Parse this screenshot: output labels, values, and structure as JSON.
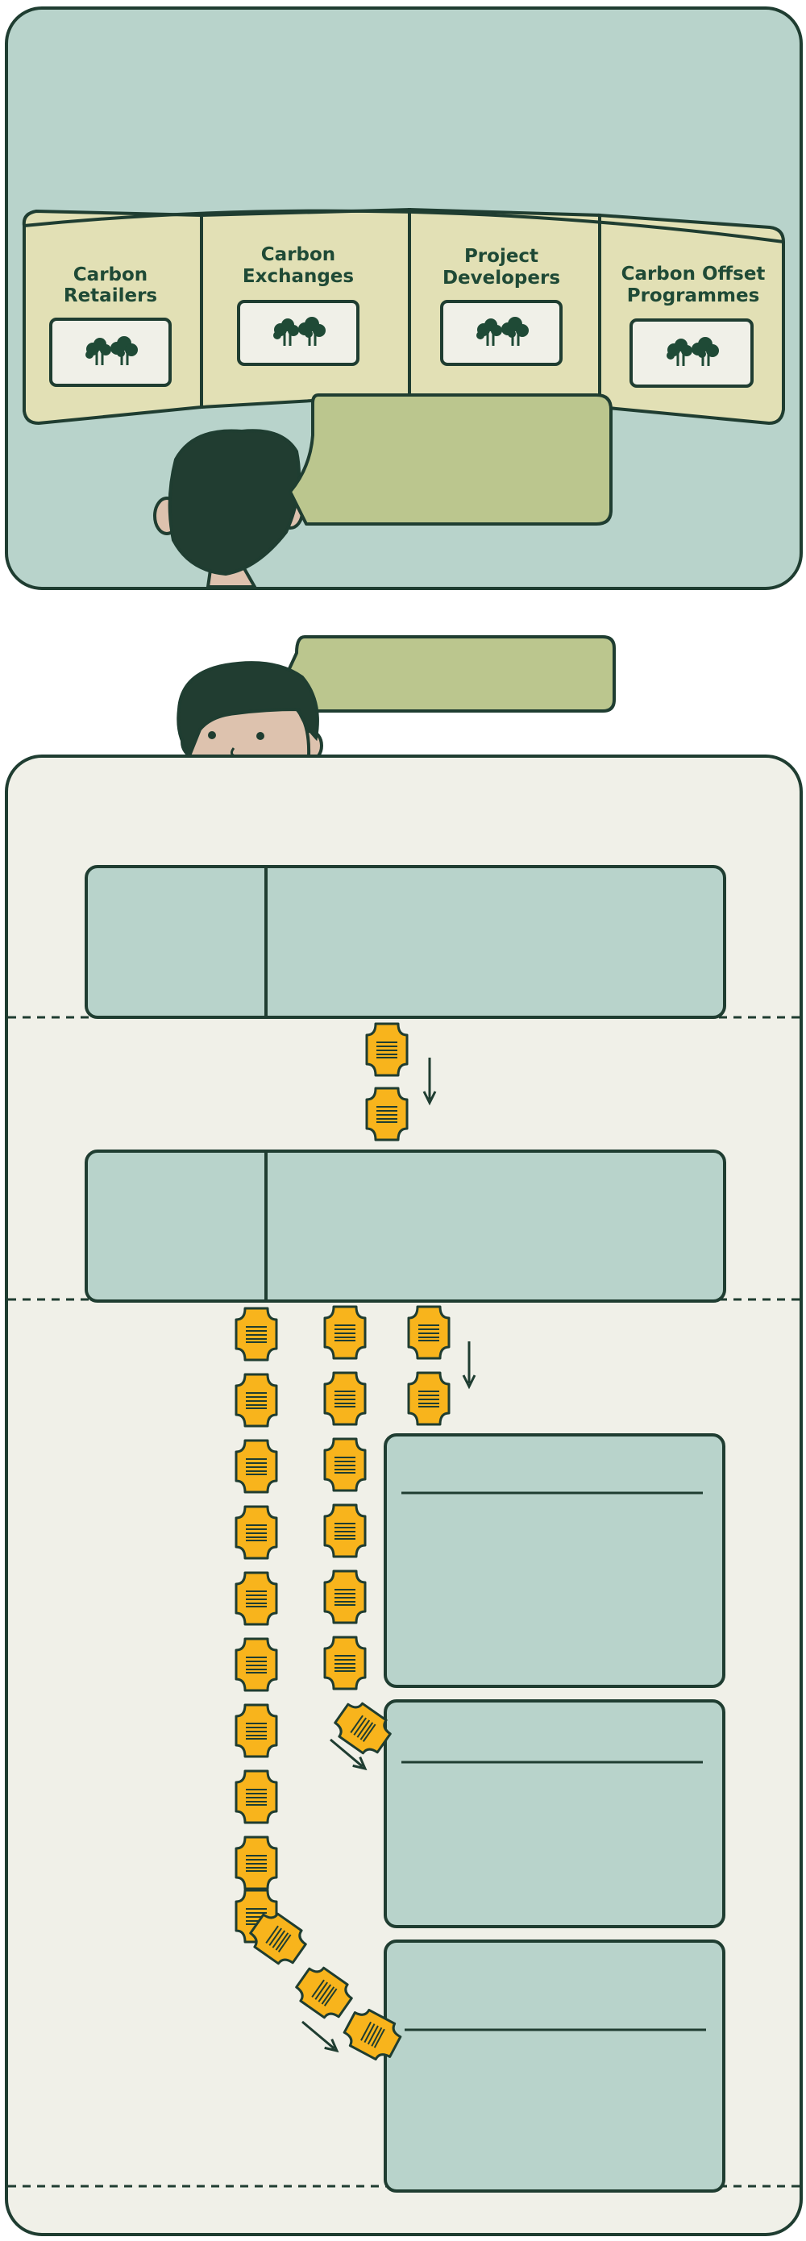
{
  "colors": {
    "ink": "#1f3d31",
    "panel_teal": "#b8d3cb",
    "stall_cream": "#e2e0b5",
    "bubble_olive": "#bbc68e",
    "page_cream": "#f0f0e8",
    "ticket_gold": "#f8b41c",
    "hair": "#213d31",
    "skin": "#ddc2ae"
  },
  "stalls": [
    {
      "line1": "Carbon",
      "line2": "Retailers",
      "icon": "tree-icon"
    },
    {
      "line1": "Carbon",
      "line2": "Exchanges",
      "icon": "tree-icon"
    },
    {
      "line1": "Project",
      "line2": "Developers",
      "icon": "tree-icon"
    },
    {
      "line1": "Carbon Offset",
      "line2": "Programmes",
      "icon": "tree-icon"
    }
  ],
  "icons": {
    "person": "person-icon",
    "speech": "speech-bubble-icon",
    "ticket": "ticket-icon",
    "arrow": "arrow-icon"
  }
}
